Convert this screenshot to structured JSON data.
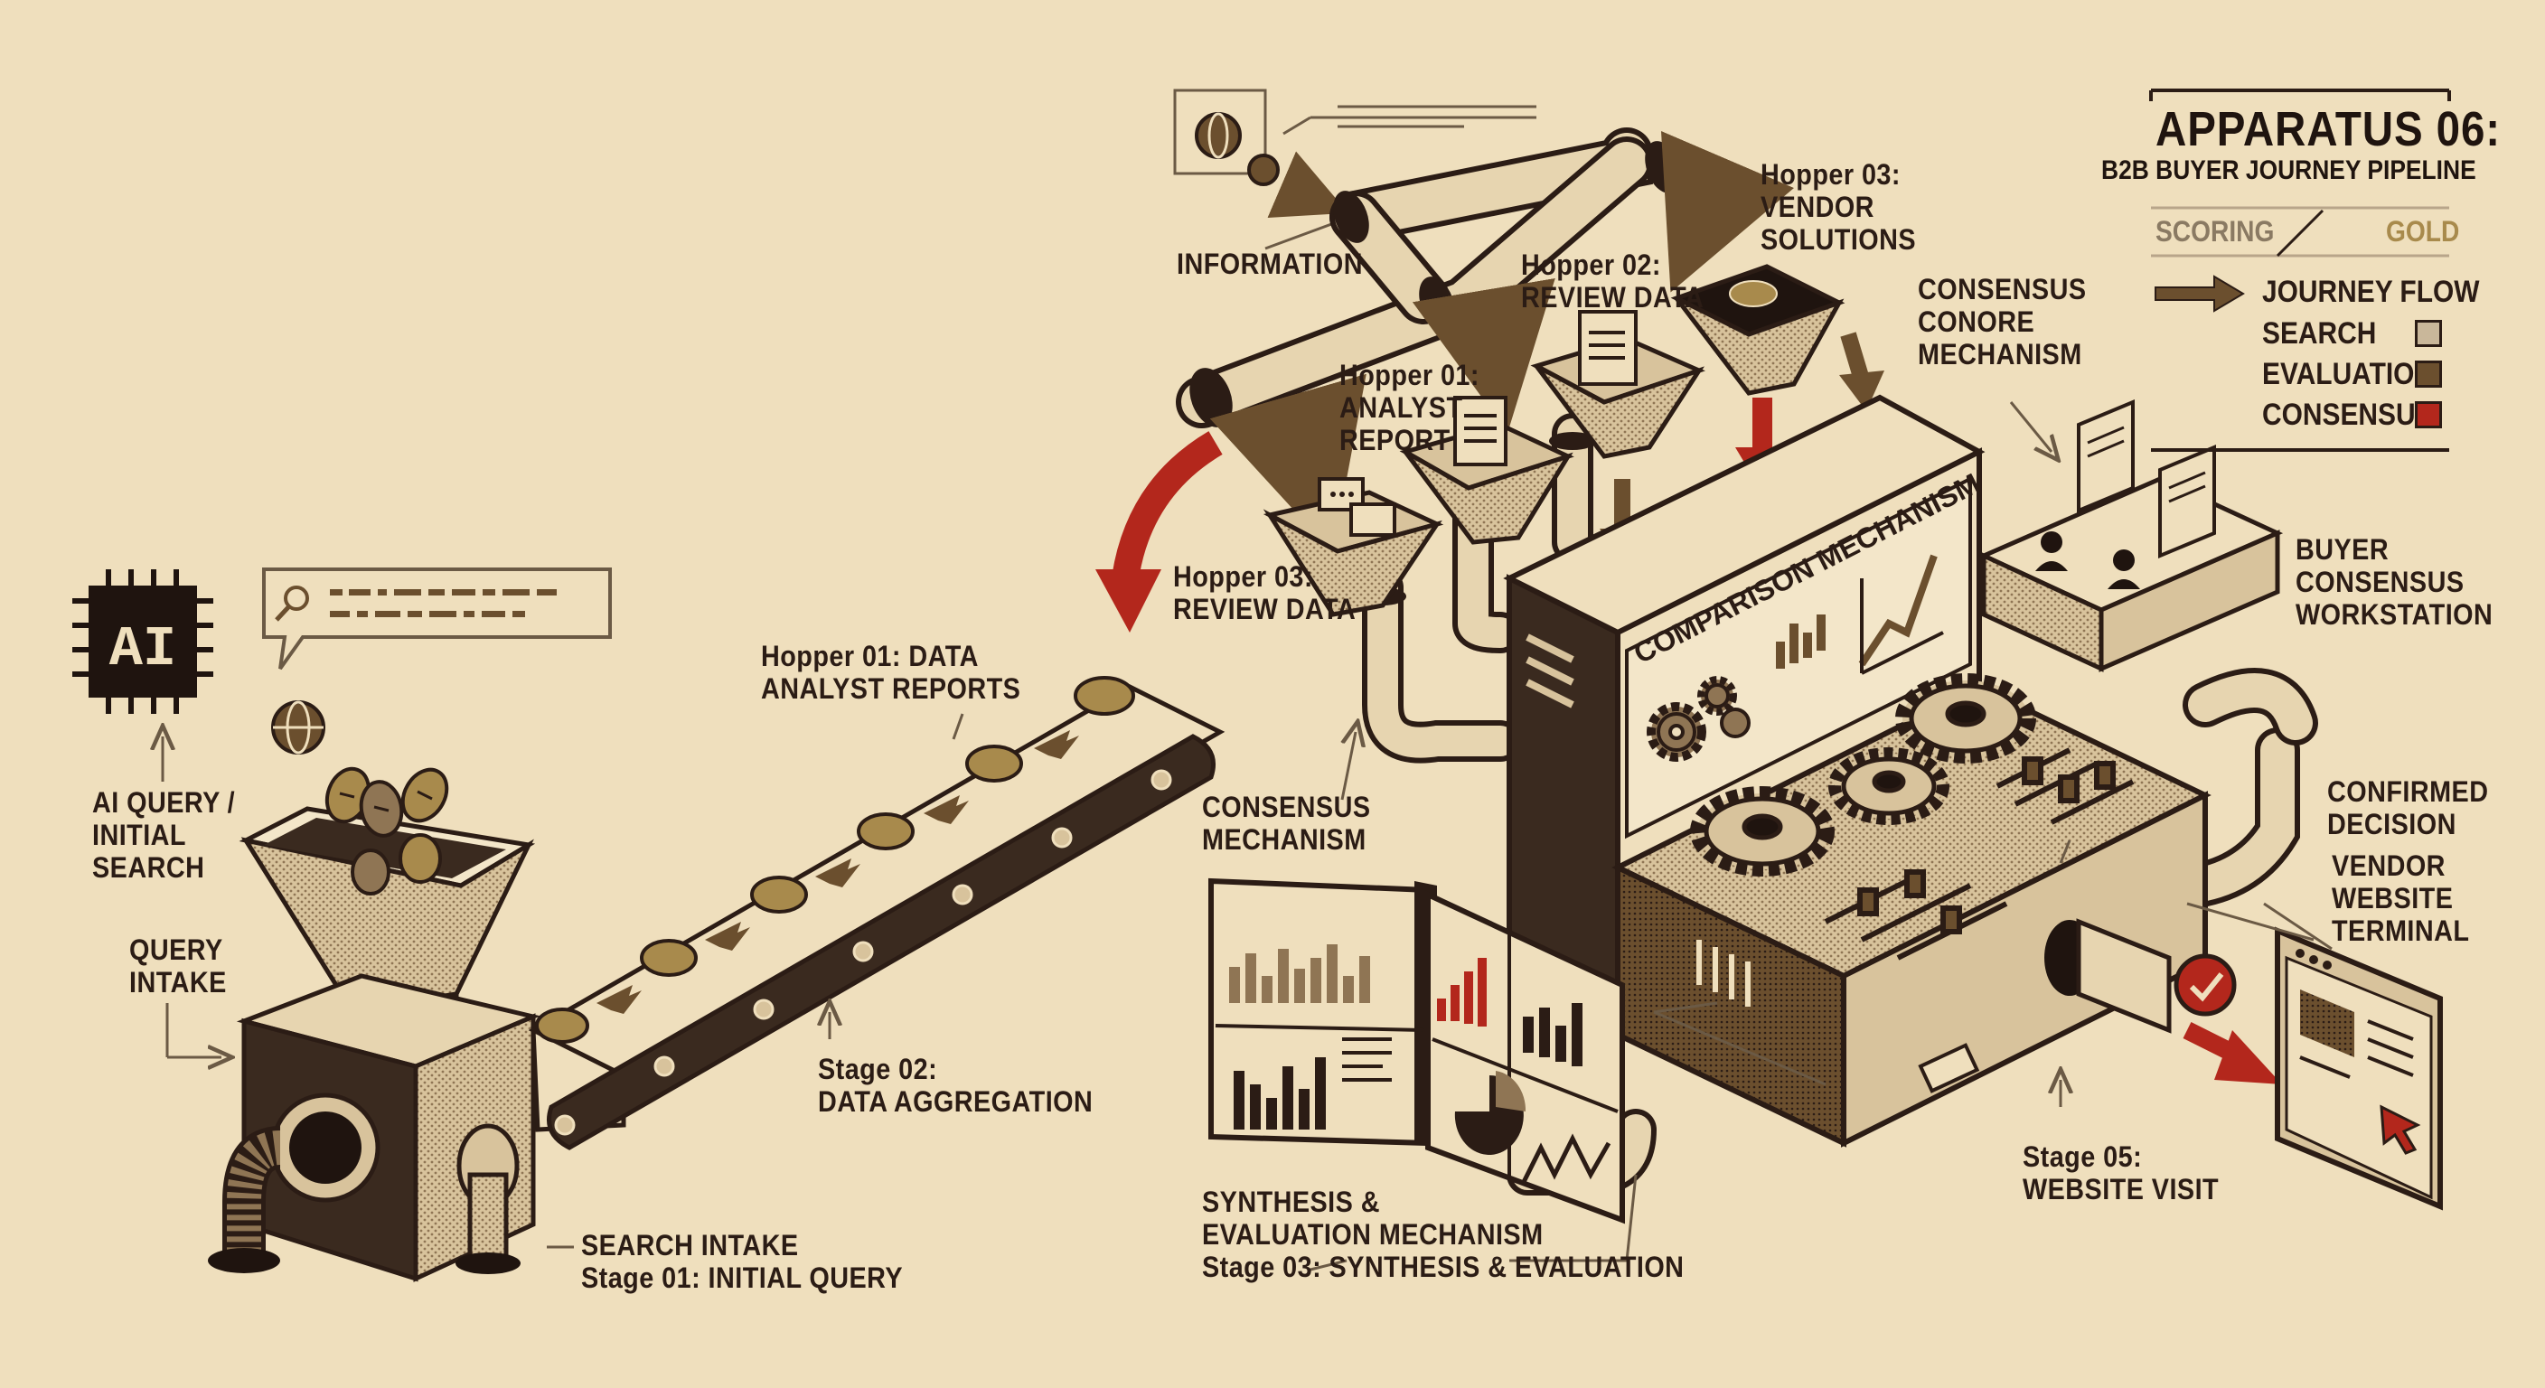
{
  "header": {
    "title": "APPARATUS 06:",
    "subtitle": "B2B BUYER JOURNEY PIPELINE",
    "scoring_left": "SCORING",
    "scoring_right": "GOLD"
  },
  "legend": {
    "flow_label": "JOURNEY FLOW",
    "items": [
      {
        "label": "SEARCH",
        "color": "#c9b79a"
      },
      {
        "label": "EVALUATION",
        "color": "#6b4f2e"
      },
      {
        "label": "CONSENSUS",
        "color": "#b3271c"
      }
    ]
  },
  "colors": {
    "background": "#efdfbd",
    "ink": "#2b1c15",
    "gold": "#a88a4c",
    "red": "#b3271c",
    "brown": "#6b4f2e"
  },
  "labels": {
    "ai_chip": "AI",
    "ai_query": [
      "AI QUERY /",
      "INITIAL",
      "SEARCH"
    ],
    "query_intake": [
      "QUERY",
      "INTAKE"
    ],
    "search_intake": [
      "SEARCH INTAKE",
      "Stage 01: INITIAL QUERY"
    ],
    "hopper01_data": [
      "Hopper 01: DATA",
      "ANALYST REPORTS"
    ],
    "stage02": [
      "Stage 02:",
      "DATA AGGREGATION"
    ],
    "information": "INFORMATION",
    "hopper03_vendor": [
      "Hopper 03:",
      "VENDOR",
      "SOLUTIONS"
    ],
    "hopper02_review": [
      "Hopper 02:",
      "REVIEW DATA"
    ],
    "hopper01_analyst": [
      "Hopper 01:",
      "ANALYST",
      "REPORT"
    ],
    "hopper03_review": [
      "Hopper 03:",
      "REVIEW DATA"
    ],
    "consensus_mechanism": [
      "CONSENSUS",
      "MECHANISM"
    ],
    "consensus_conore": [
      "CONSENSUS",
      "CONORE",
      "MECHANISM"
    ],
    "comparison_mechanism": "COMPARISON MECHANISM",
    "buyer_workstation": [
      "BUYER",
      "CONSENSUS",
      "WORKSTATION"
    ],
    "confirmed_decision": [
      "CONFIRMED",
      "DECISION"
    ],
    "vendor_terminal": [
      "VENDOR",
      "WEBSITE",
      "TERMINAL"
    ],
    "synthesis": [
      "SYNTHESIS &",
      "EVALUATION MECHANISM",
      "Stage 03: SYNTHESIS & EVALUATION"
    ],
    "stage05": [
      "Stage 05:",
      "WEBSITE VISIT"
    ]
  }
}
